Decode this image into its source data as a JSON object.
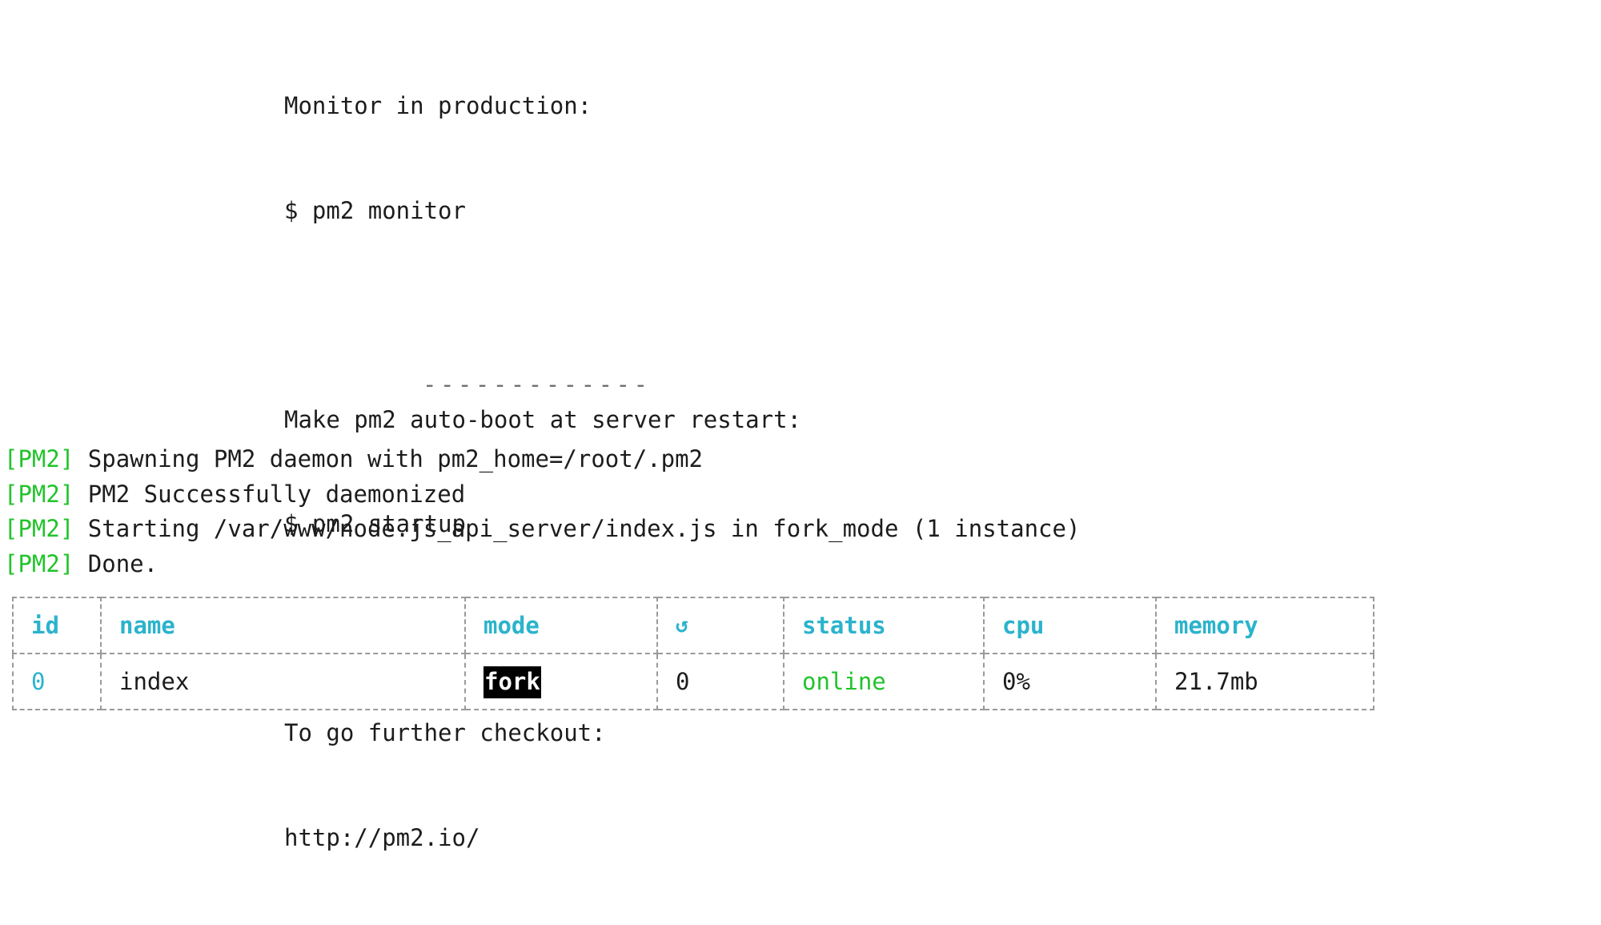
{
  "terminal": {
    "help": {
      "sections": [
        {
          "title": "Monitor in production:",
          "command": "$ pm2 monitor"
        },
        {
          "title": "Make pm2 auto-boot at server restart:",
          "command": "$ pm2 startup"
        },
        {
          "title": "To go further checkout:",
          "command": "http://pm2.io/"
        }
      ],
      "separator": "-------------"
    },
    "log": {
      "tag": "[PM2]",
      "lines": [
        "Spawning PM2 daemon with pm2_home=/root/.pm2",
        "PM2 Successfully daemonized",
        "Starting /var/www/node.js_api_server/index.js in fork_mode (1 instance)",
        "Done."
      ]
    },
    "colors": {
      "log_tag_green": "#22c32b",
      "header_cyan": "#2bb3cc",
      "status_green": "#22c32b",
      "text_black": "#1c1c1c",
      "border_gray": "#9a9a9a",
      "background": "#ffffff"
    }
  },
  "process_table": {
    "headers": {
      "id": "id",
      "name": "name",
      "mode": "mode",
      "restarts": "↺",
      "status": "status",
      "cpu": "cpu",
      "memory": "memory"
    },
    "rows": [
      {
        "id": "0",
        "name": "index",
        "mode": "fork",
        "restarts": "0",
        "status": "online",
        "cpu": "0%",
        "memory": "21.7mb"
      }
    ]
  }
}
